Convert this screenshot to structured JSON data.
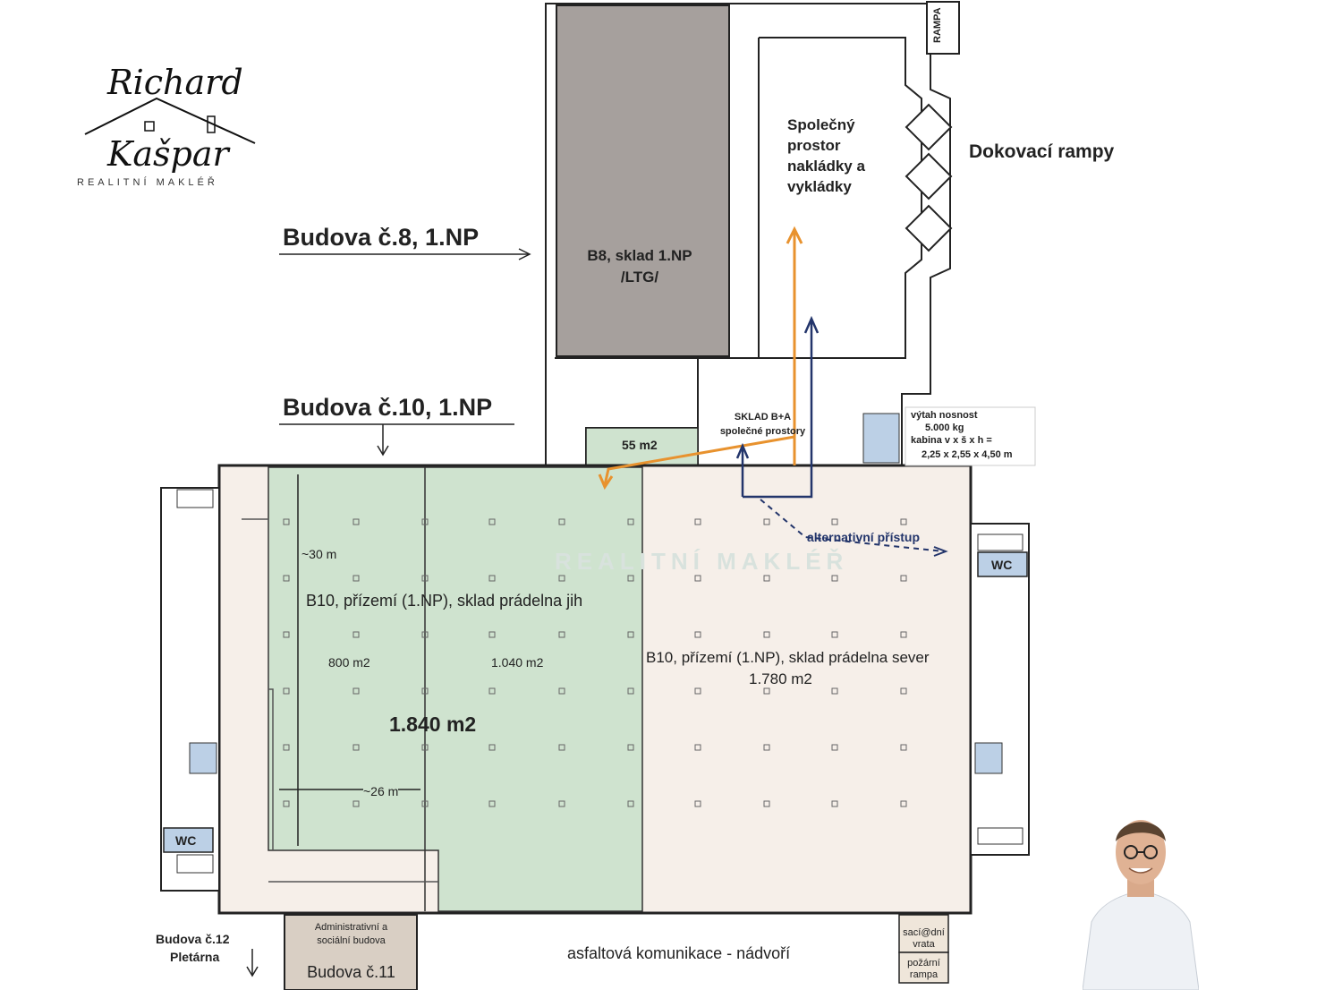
{
  "logo": {
    "name_line1": "Richard",
    "name_line2": "Kašpar",
    "subtitle": "REALITNÍ MAKLÉŘ"
  },
  "labels": {
    "building8": "Budova č.8, 1.NP",
    "building10": "Budova č.10, 1.NP",
    "b8_storage_line1": "B8, sklad 1.NP",
    "b8_storage_line2": "/LTG/",
    "loading_line1": "Společný",
    "loading_line2": "prostor",
    "loading_line3": "nakládky a",
    "loading_line4": "vykládky",
    "docks": "Dokovací rampy",
    "ramp": "RAMPA",
    "storage_common_line1": "SKLAD B+A",
    "storage_common_line2": "společné prostory",
    "elevator_line1": "výtah nosnost",
    "elevator_line2": "5.000 kg",
    "elevator_line3": "kabina v x š x h =",
    "elevator_line4": "2,25 x 2,55 x 4,50 m",
    "area_55": "55 m2",
    "alt_access": "alternativní přístup",
    "wc": "WC",
    "dim_30": "~30 m",
    "dim_26": "~26 m",
    "south_title": "B10, přízemí (1.NP), sklad prádelna jih",
    "south_800": "800 m2",
    "south_1040": "1.040 m2",
    "south_total": "1.840 m2",
    "north_title": "B10, přízemí (1.NP), sklad prádelna sever",
    "north_area": "1.780 m2",
    "admin_line1": "Administrativní a",
    "admin_line2": "sociální budova",
    "building11": "Budova č.11",
    "building12_line1": "Budova č.12",
    "building12_line2": "Pletárna",
    "road": "asfaltová komunikace - nádvoří",
    "gate_line1": "sací@dní",
    "gate_line2": "vrata",
    "fire_ramp_line1": "požární",
    "fire_ramp_line2": "rampa",
    "watermark": "REALITNÍ MAKLÉŘ"
  },
  "colors": {
    "green_area": "#cfe3cf",
    "beige_area": "#f6efe9",
    "b8_storage": "#a6a09d",
    "admin_building": "#d9cfc4",
    "orange_arrow": "#e8922e",
    "blue_arrow": "#23356b",
    "wc_box": "#bcd0e6",
    "wall": "#222222"
  }
}
